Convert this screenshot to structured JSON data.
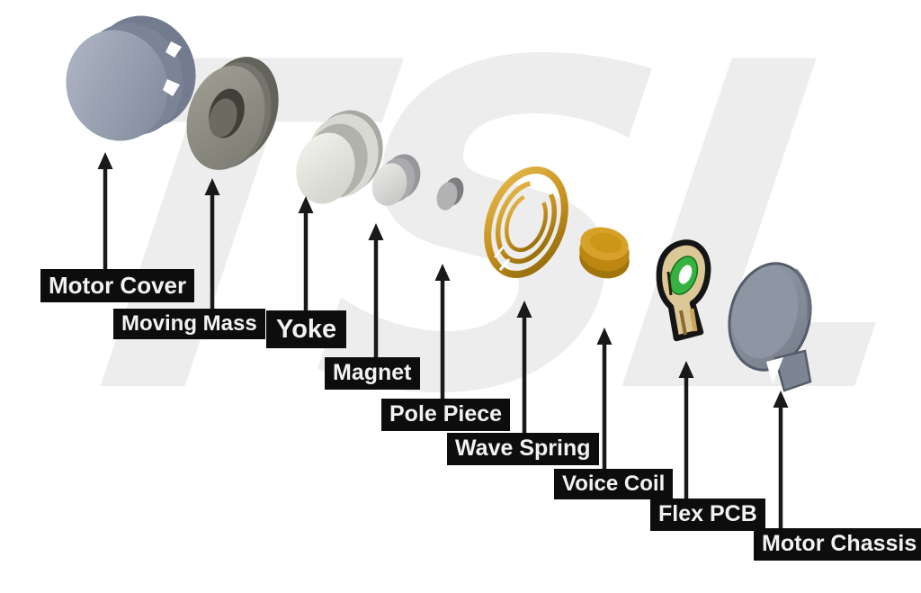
{
  "diagram": {
    "type": "exploded-view",
    "subject": "haptic motor components",
    "watermark": "TSL",
    "parts": [
      {
        "name": "motor-cover",
        "label": "Motor Cover"
      },
      {
        "name": "moving-mass",
        "label": "Moving Mass"
      },
      {
        "name": "yoke",
        "label": "Yoke"
      },
      {
        "name": "magnet",
        "label": "Magnet"
      },
      {
        "name": "pole-piece",
        "label": "Pole Piece"
      },
      {
        "name": "wave-spring",
        "label": "Wave Spring"
      },
      {
        "name": "voice-coil",
        "label": "Voice Coil"
      },
      {
        "name": "flex-pcb",
        "label": "Flex PCB"
      },
      {
        "name": "motor-chassis",
        "label": "Motor Chassis"
      }
    ],
    "colors": {
      "background": "#ffffff",
      "label_bg": "#0d0d0d",
      "label_text": "#f2f2f2",
      "arrow": "#191919",
      "watermark": "#ededed",
      "cover_gray_blue": "#8b93a6",
      "mass_gray": "#8c8c84",
      "steel_light": "#e8e8e4",
      "gold": "#c8921e",
      "pcb_tan": "#dcc896",
      "pcb_green": "#35b23f",
      "chassis_gray": "#868d9a"
    }
  }
}
